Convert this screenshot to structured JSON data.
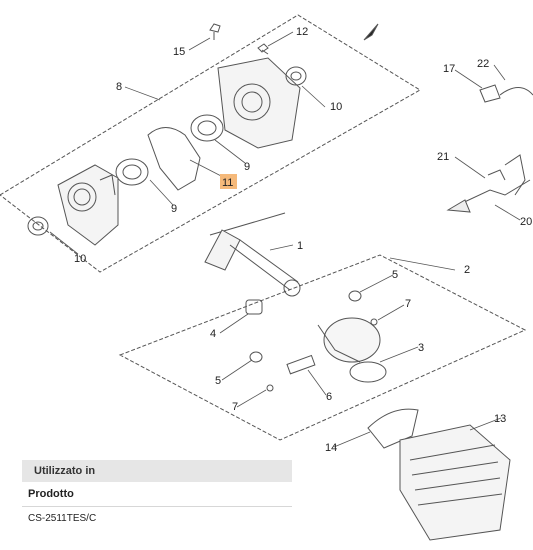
{
  "callouts": [
    {
      "id": "c15",
      "label": "15"
    },
    {
      "id": "c12",
      "label": "12"
    },
    {
      "id": "c8",
      "label": "8"
    },
    {
      "id": "c10a",
      "label": "10"
    },
    {
      "id": "c9a",
      "label": "9"
    },
    {
      "id": "c11",
      "label": "11",
      "highlighted": true
    },
    {
      "id": "c9b",
      "label": "9"
    },
    {
      "id": "c10b",
      "label": "10"
    },
    {
      "id": "c1",
      "label": "1"
    },
    {
      "id": "c2",
      "label": "2"
    },
    {
      "id": "c5a",
      "label": "5"
    },
    {
      "id": "c7a",
      "label": "7"
    },
    {
      "id": "c4",
      "label": "4"
    },
    {
      "id": "c3",
      "label": "3"
    },
    {
      "id": "c5b",
      "label": "5"
    },
    {
      "id": "c7b",
      "label": "7"
    },
    {
      "id": "c6",
      "label": "6"
    },
    {
      "id": "c14",
      "label": "14"
    },
    {
      "id": "c13",
      "label": "13"
    },
    {
      "id": "c17",
      "label": "17"
    },
    {
      "id": "c22",
      "label": "22"
    },
    {
      "id": "c21",
      "label": "21"
    },
    {
      "id": "c20",
      "label": "20"
    }
  ],
  "highlight_color": "#f5b97a",
  "used_in": {
    "header": "Utilizzato in",
    "column": "Prodotto",
    "product": "CS-2511TES/C"
  }
}
